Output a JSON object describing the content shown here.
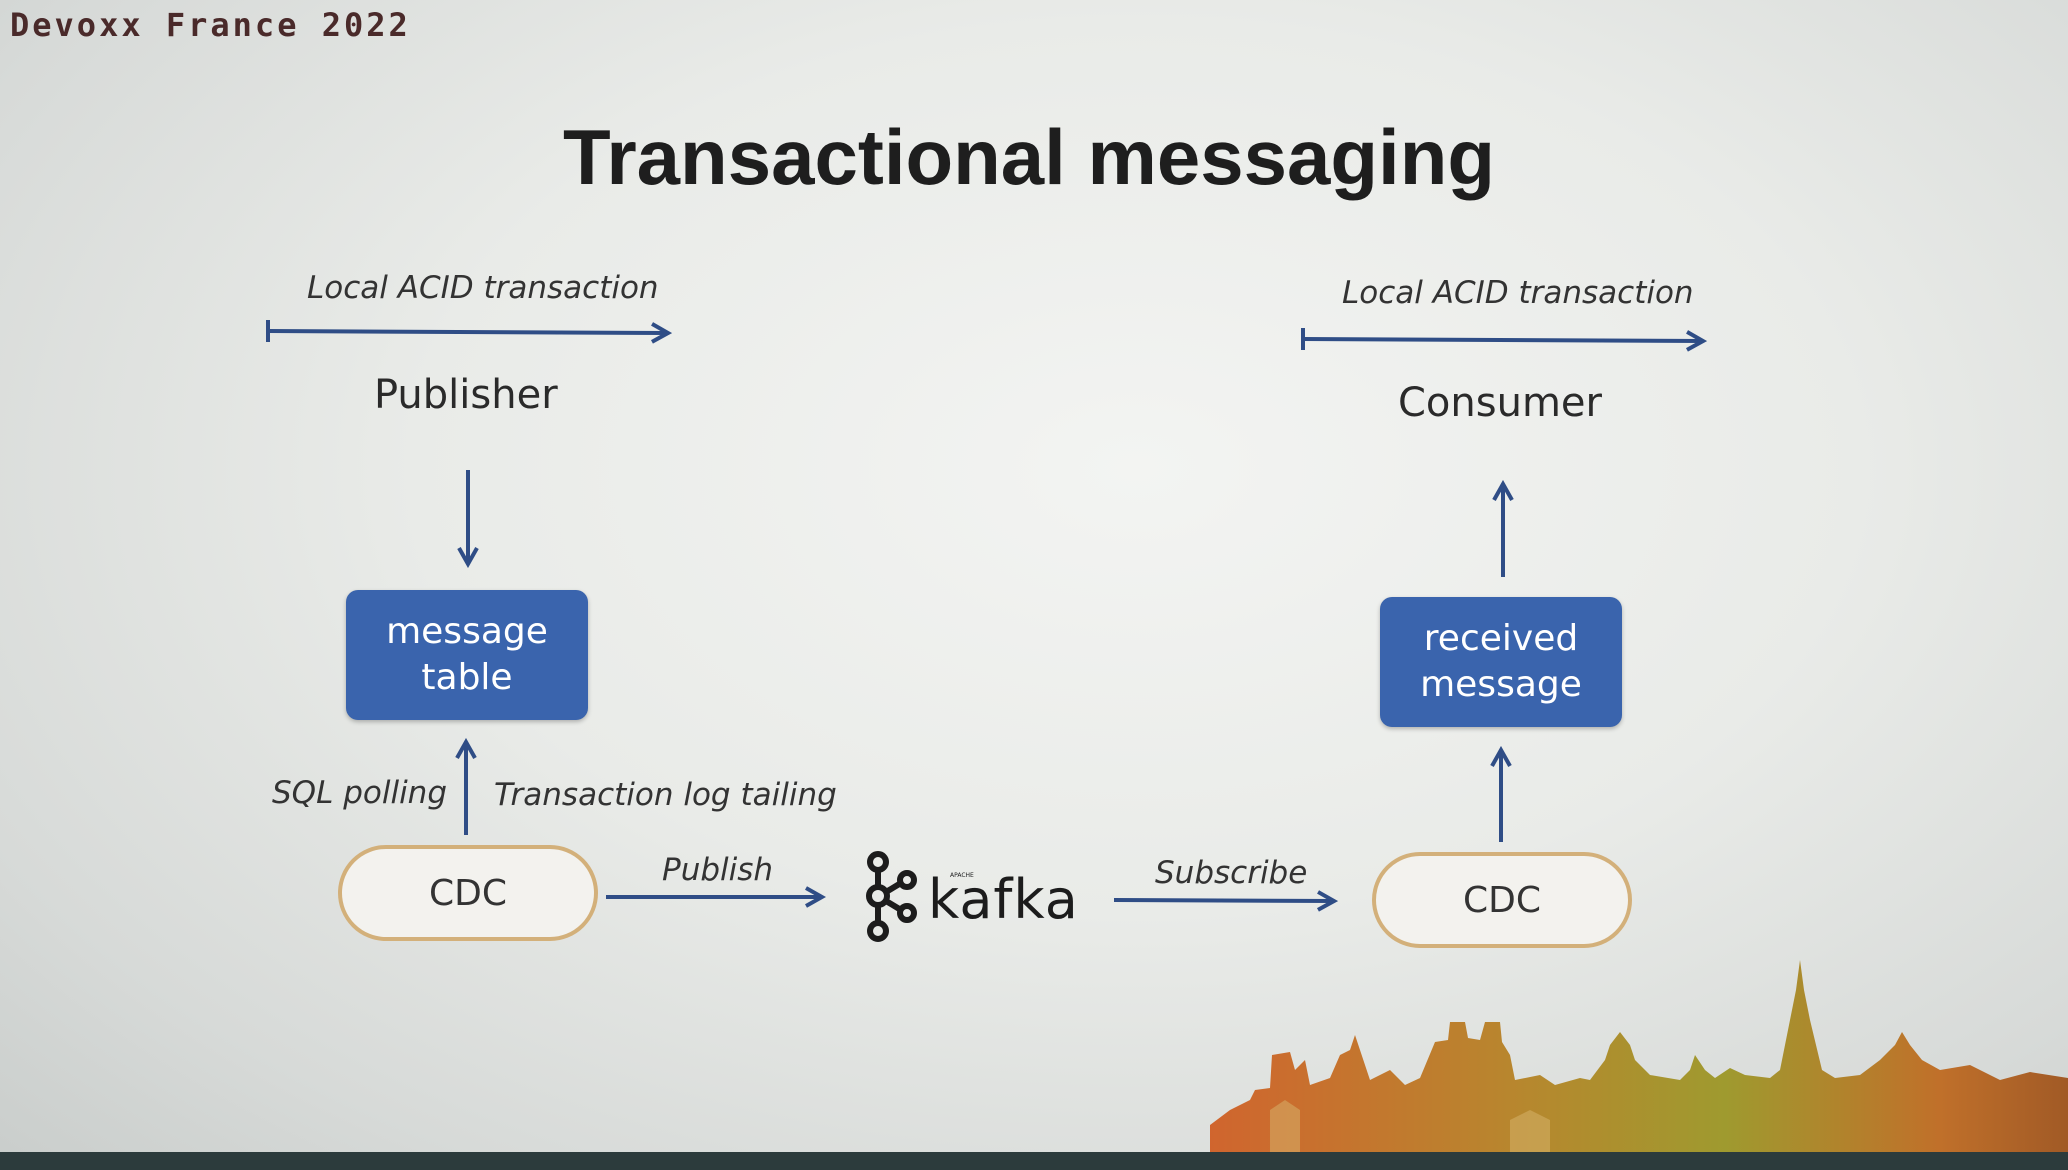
{
  "header": {
    "event": "Devoxx France 2022"
  },
  "slide": {
    "title": "Transactional messaging"
  },
  "publisher_side": {
    "transaction_label": "Local ACID transaction",
    "role": "Publisher",
    "table_line1": "message",
    "table_line2": "table",
    "left_method": "SQL polling",
    "right_method": "Transaction log tailing",
    "cdc": "CDC",
    "publish": "Publish"
  },
  "broker": {
    "name": "kafka",
    "apache": "APACHE"
  },
  "consumer_side": {
    "transaction_label": "Local ACID transaction",
    "role": "Consumer",
    "table_line1": "received",
    "table_line2": "message",
    "cdc": "CDC",
    "subscribe": "Subscribe"
  },
  "colors": {
    "box_blue": "#3a64ad",
    "arrow_blue": "#2f4d86",
    "pill_border": "#d3b07a"
  },
  "icons": [
    "kafka-logo-icon",
    "paris-skyline-decoration"
  ]
}
